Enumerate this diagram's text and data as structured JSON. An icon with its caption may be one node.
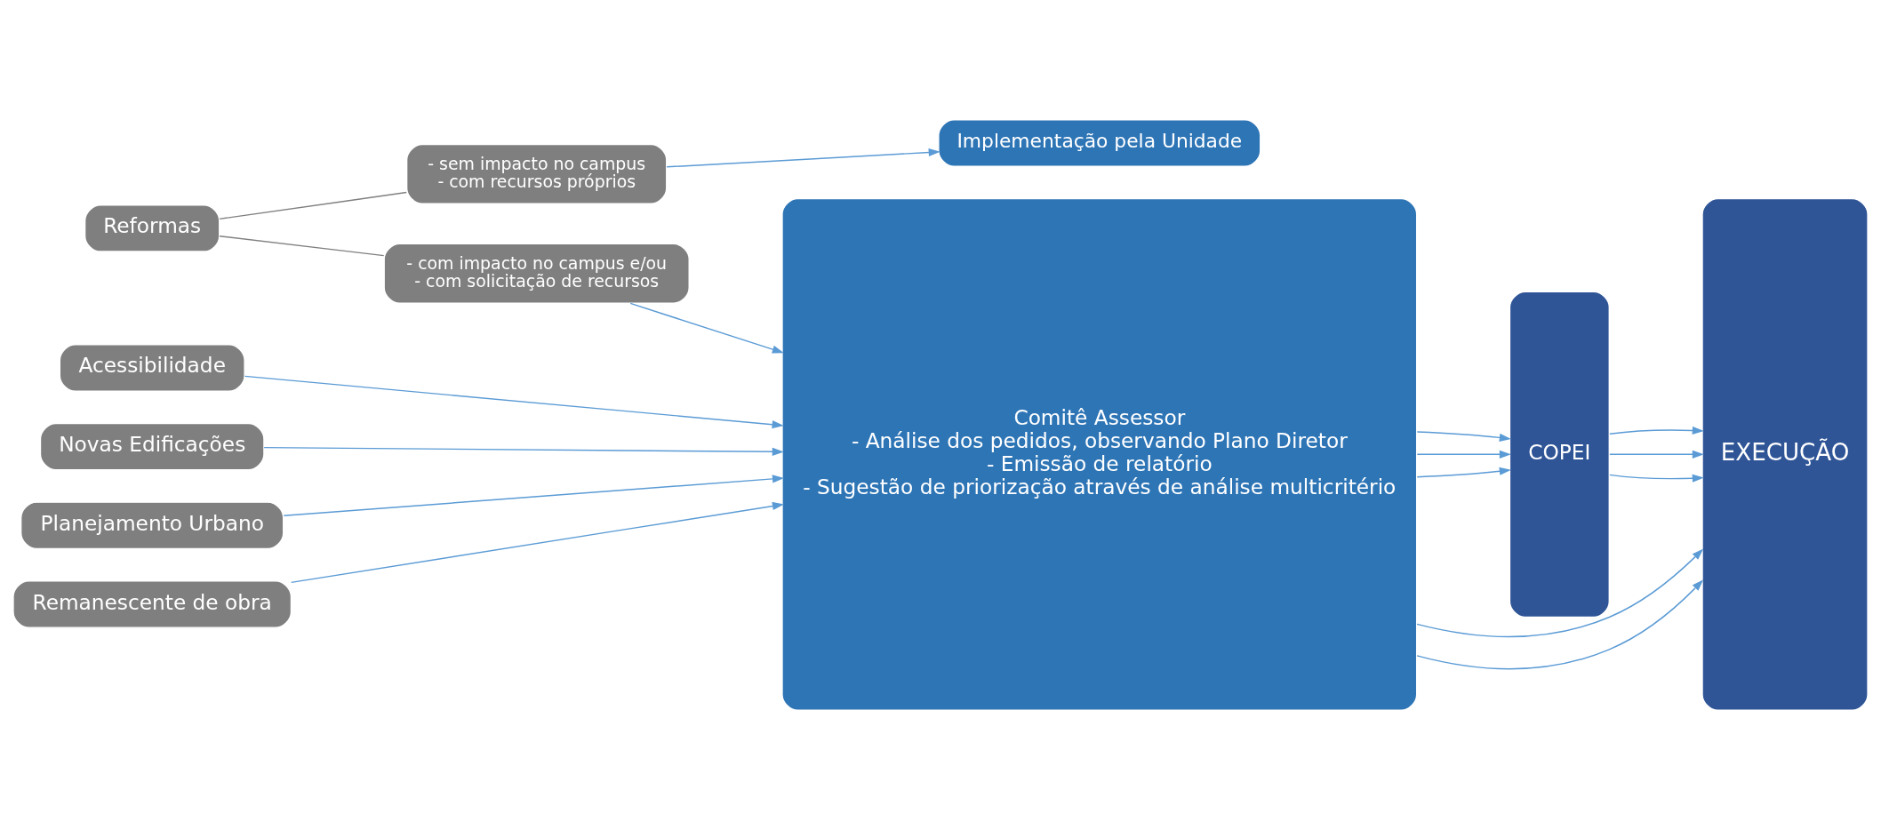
{
  "diagram": {
    "nodes": [
      {
        "text": [
          "Reformas"
        ]
      },
      {
        "text": [
          "- sem impacto no campus",
          "- com recursos próprios"
        ]
      },
      {
        "text": [
          "- com impacto no campus e/ou",
          "- com solicitação de recursos"
        ]
      },
      {
        "text": [
          "Acessibilidade"
        ]
      },
      {
        "text": [
          "Novas Edificações"
        ]
      },
      {
        "text": [
          "Planejamento Urbano"
        ]
      },
      {
        "text": [
          "Remanescente de obra"
        ]
      },
      {
        "text": [
          "Implementação pela Unidade"
        ]
      },
      {
        "text": [
          "Comitê Assessor",
          "- Análise dos pedidos, observando Plano Diretor",
          "- Emissão de relatório",
          "- Sugestão de priorização através de análise multicritério"
        ]
      },
      {
        "text": [
          "COPEI"
        ]
      },
      {
        "text": [
          "EXECUÇÃO"
        ]
      }
    ],
    "edges": [
      {
        "from": 0,
        "to": 1,
        "arrow": "none",
        "color": "#808080"
      },
      {
        "from": 0,
        "to": 2,
        "arrow": "none",
        "color": "#808080"
      },
      {
        "from": 1,
        "to": 7,
        "arrow": "to"
      },
      {
        "from": 2,
        "to": 8,
        "arrow": "to"
      },
      {
        "from": 3,
        "to": 8,
        "arrow": "to"
      },
      {
        "from": 4,
        "to": 8,
        "arrow": "to"
      },
      {
        "from": 5,
        "to": 8,
        "arrow": "to"
      },
      {
        "from": 6,
        "to": 8,
        "arrow": "to"
      },
      {
        "from": 8,
        "to": 10,
        "arrow": "to"
      },
      {
        "from": 8,
        "to": 10,
        "arrow": "to"
      },
      {
        "from": 8,
        "to": 9,
        "arrow": "to"
      },
      {
        "from": 8,
        "to": 9,
        "arrow": "to"
      },
      {
        "from": 8,
        "to": 9,
        "arrow": "to"
      },
      {
        "from": 9,
        "to": 10,
        "arrow": "to"
      },
      {
        "from": 9,
        "to": 10,
        "arrow": "to"
      },
      {
        "from": 9,
        "to": 10,
        "arrow": "to"
      }
    ]
  }
}
